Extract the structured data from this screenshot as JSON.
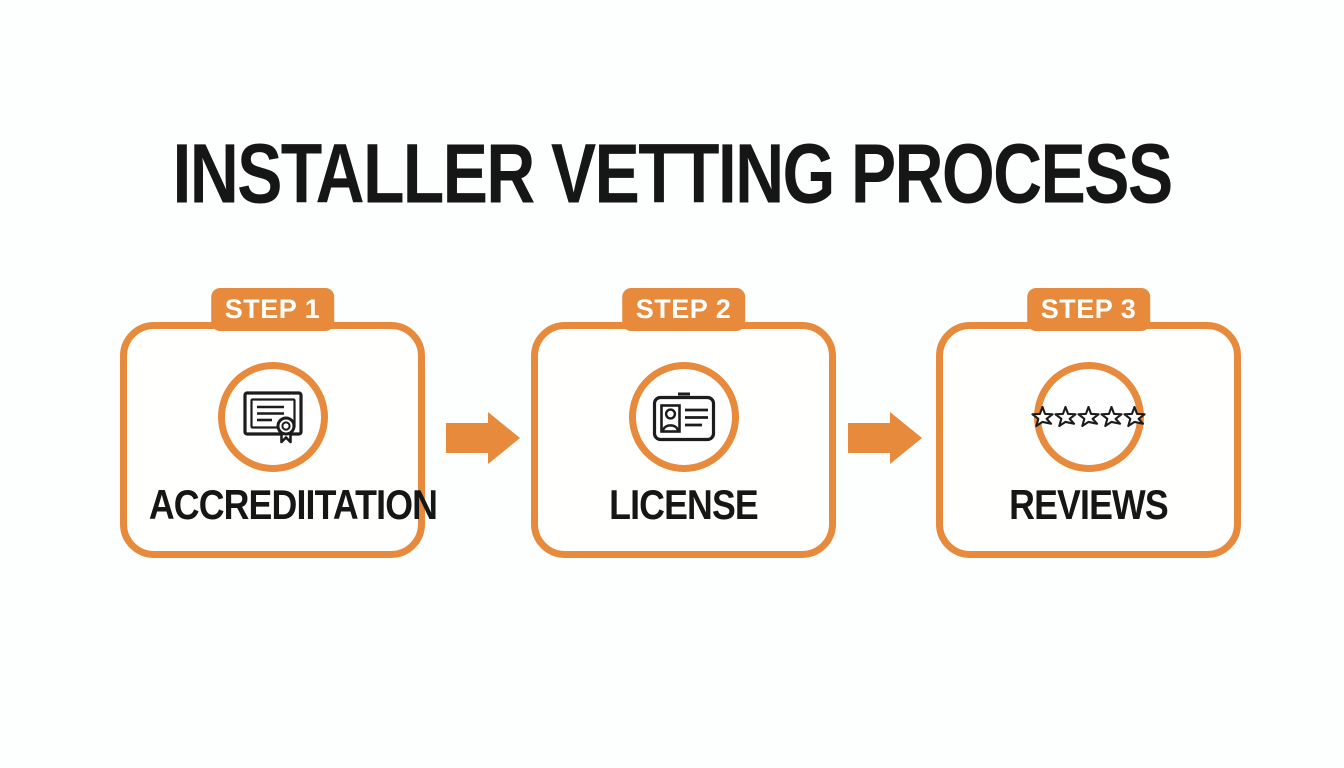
{
  "title": "INSTALLER VETTING PROCESS",
  "colors": {
    "orange": "#E78A3C",
    "ink": "#161616",
    "background": "#FDFEFE",
    "tab_text": "#FFFFFF",
    "icon_stroke": "#1C1C1C"
  },
  "steps": [
    {
      "tab": "STEP 1",
      "label": "ACCREDIITATION",
      "icon": "certificate-icon"
    },
    {
      "tab": "STEP 2",
      "label": "LICENSE",
      "icon": "id-card-icon"
    },
    {
      "tab": "STEP 3",
      "label": "REVIEWS",
      "icon": "five-stars-icon",
      "star_count": 5
    }
  ],
  "arrows": {
    "count": 2,
    "direction": "right"
  }
}
